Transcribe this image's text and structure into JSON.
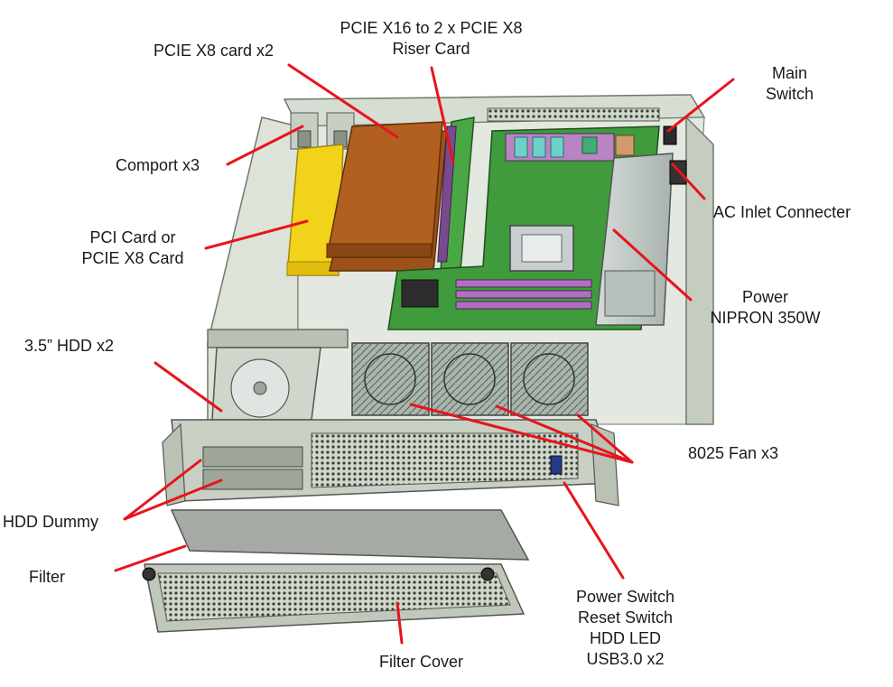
{
  "labels": {
    "pcie_x8_cards": "PCIE X8 card x2",
    "riser_line1": "PCIE X16 to 2 x PCIE X8",
    "riser_line2": "Riser Card",
    "main_switch_line1": "Main",
    "main_switch_line2": "Switch",
    "comport": "Comport x3",
    "ac_inlet": "AC Inlet Connecter",
    "pci_card_line1": "PCI Card or",
    "pci_card_line2": "PCIE X8 Card",
    "power_line1": "Power",
    "power_line2": "NIPRON 350W",
    "hdd": "3.5” HDD x2",
    "fan": "8025 Fan x3",
    "hdd_dummy": "HDD Dummy",
    "filter": "Filter",
    "front_panel_line1": "Power Switch",
    "front_panel_line2": "Reset Switch",
    "front_panel_line3": "HDD LED",
    "front_panel_line4": "USB3.0 x2",
    "filter_cover": "Filter Cover"
  },
  "colors": {
    "arrow": "#e8141b",
    "chassis": "#c9d3c4",
    "motherboard": "#3f9b3c",
    "pcie_card": "#a0541b",
    "pci_card": "#f2d21b"
  }
}
